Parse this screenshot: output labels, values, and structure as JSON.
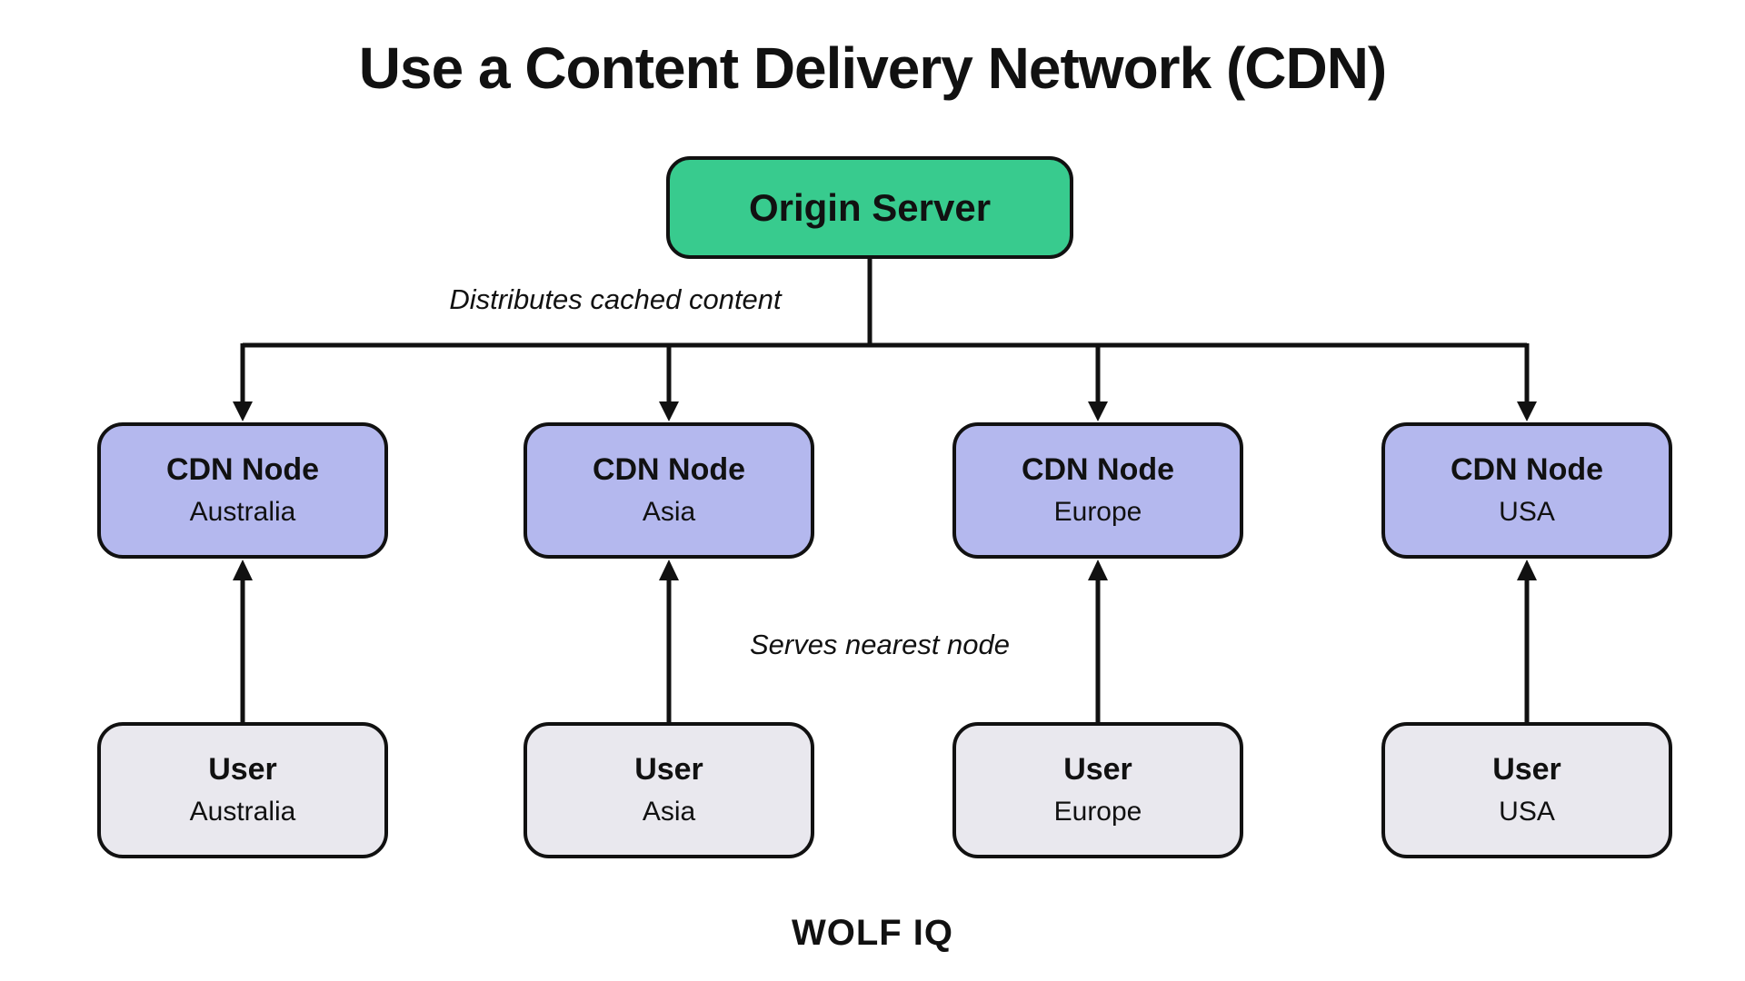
{
  "title": "Use a Content Delivery Network (CDN)",
  "origin": {
    "label": "Origin Server"
  },
  "edge_labels": {
    "distributes": "Distributes cached content",
    "serves": "Serves nearest node"
  },
  "cdn_nodes": [
    {
      "title": "CDN Node",
      "region": "Australia"
    },
    {
      "title": "CDN Node",
      "region": "Asia"
    },
    {
      "title": "CDN Node",
      "region": "Europe"
    },
    {
      "title": "CDN Node",
      "region": "USA"
    }
  ],
  "users": [
    {
      "title": "User",
      "region": "Australia"
    },
    {
      "title": "User",
      "region": "Asia"
    },
    {
      "title": "User",
      "region": "Europe"
    },
    {
      "title": "User",
      "region": "USA"
    }
  ],
  "footer": {
    "brand": "WOLF IQ"
  },
  "colors": {
    "origin_fill": "#38CB8E",
    "cdn_fill": "#B4B8EE",
    "user_fill": "#E9E8EE",
    "stroke": "#111111",
    "text": "#111111",
    "background": "#FFFFFF"
  }
}
